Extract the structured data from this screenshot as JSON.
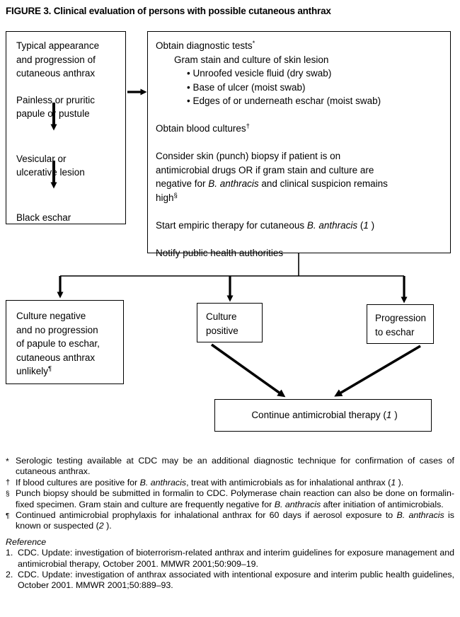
{
  "figure": {
    "title": "FIGURE 3. Clinical evaluation of persons with possible cutaneous anthrax"
  },
  "diagram": {
    "progression_box": {
      "name": "typical-appearance-box",
      "line1": "Typical appearance\nand progression of\ncutaneous anthrax",
      "line2": "Painless or pruritic\npapule or pustule",
      "line3": "Vesicular or\nulcerative lesion",
      "line4": "Black eschar"
    },
    "diagnostics_box": {
      "name": "obtain-diagnostic-tests-box",
      "heading": "Obtain diagnostic tests",
      "heading_marker": "*",
      "subheading": "Gram stain and culture of skin lesion",
      "bullets": [
        "Unroofed vesicle fluid (dry swab)",
        "Base of ulcer (moist swab)",
        "Edges of or underneath eschar (moist swab)"
      ],
      "blood_cultures": "Obtain blood cultures",
      "blood_cultures_marker": "†",
      "biopsy_part1": "Consider skin (punch) biopsy if patient is on",
      "biopsy_part2": "antimicrobial drugs OR if gram stain and culture are",
      "biopsy_part3a": "negative for ",
      "biopsy_part3b": "B. anthracis",
      "biopsy_part3c": " and clinical suspicion remains",
      "biopsy_part4": "high",
      "biopsy_marker": "§",
      "empiric_a": "Start empiric therapy for cutaneous ",
      "empiric_b": "B. anthracis",
      "empiric_c": " (",
      "empiric_ref": "1",
      "empiric_d": " )",
      "notify": "Notify public health authorities"
    },
    "outcome_negative": {
      "name": "culture-negative-box",
      "text": "Culture negative\nand no progression\nof papule to eschar,\ncutaneous anthrax\nunlikely",
      "marker": "¶"
    },
    "outcome_culture_positive": {
      "name": "culture-positive-box",
      "text": "Culture\npositive"
    },
    "outcome_progression_eschar": {
      "name": "progression-to-eschar-box",
      "text": "Progression\nto eschar"
    },
    "continue_box": {
      "name": "continue-antimicrobial-therapy-box",
      "text_a": "Continue antimicrobial therapy (",
      "ref": "1",
      "text_b": " )"
    }
  },
  "footnotes": [
    {
      "marker": "*",
      "marker_class": "sym-star",
      "text": "Serologic testing available at CDC may be an additional diagnostic technique for confirmation of cases of cutaneous anthrax."
    },
    {
      "marker": "†",
      "marker_class": "sym-dag",
      "text_a": "If blood cultures are positive for ",
      "text_italic": "B. anthracis",
      "text_b": ", treat with antimicrobials as for inhalational anthrax (",
      "ref": "1",
      "text_c": " )."
    },
    {
      "marker": "§",
      "marker_class": "sym-sect",
      "text_a": "Punch biopsy should be submitted in formalin to CDC. Polymerase chain reaction can also be done on formalin-fixed specimen. Gram stain and culture are frequently negative for ",
      "text_italic": "B. anthracis",
      "text_b": " after initiation of antimicrobials."
    },
    {
      "marker": "¶",
      "marker_class": "sym-para",
      "text_a": "Continued antimicrobial prophylaxis for inhalational anthrax for 60 days if aerosol exposure to ",
      "text_italic": "B. anthracis",
      "text_b": " is known or suspected (",
      "ref": "2",
      "text_c": " )."
    }
  ],
  "reference_section": {
    "heading": "Reference",
    "items": [
      {
        "number": "1.",
        "text": "CDC. Update: investigation of bioterrorism-related anthrax and interim guidelines for exposure management and antimicrobial therapy, October 2001. MMWR 2001;50:909–19."
      },
      {
        "number": "2.",
        "text": "CDC. Update: investigation of anthrax associated with intentional exposure and interim public health guidelines, October 2001. MMWR 2001;50:889–93."
      }
    ]
  },
  "colors": {
    "ink": "#000000",
    "paper": "#ffffff"
  }
}
